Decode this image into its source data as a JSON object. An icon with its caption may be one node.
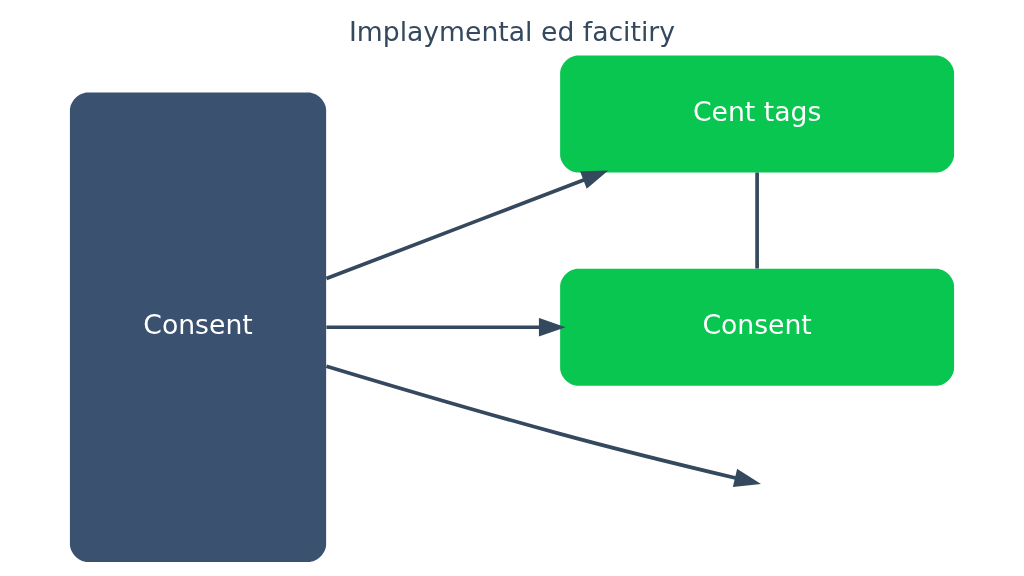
{
  "diagram": {
    "title": "Implaymental ed facitiry",
    "nodes": [
      {
        "text": [
          "Consent"
        ]
      },
      {
        "text": [
          "Cent tags"
        ]
      },
      {
        "text": [
          "Consent"
        ]
      }
    ],
    "edges": [
      {
        "from": 0,
        "to": 1,
        "arrow": "to"
      },
      {
        "from": 0,
        "to": null,
        "arrow": "to"
      },
      {
        "from": 0,
        "to": 2,
        "arrow": "to"
      },
      {
        "from": 1,
        "to": 2,
        "arrow": "none"
      }
    ]
  }
}
